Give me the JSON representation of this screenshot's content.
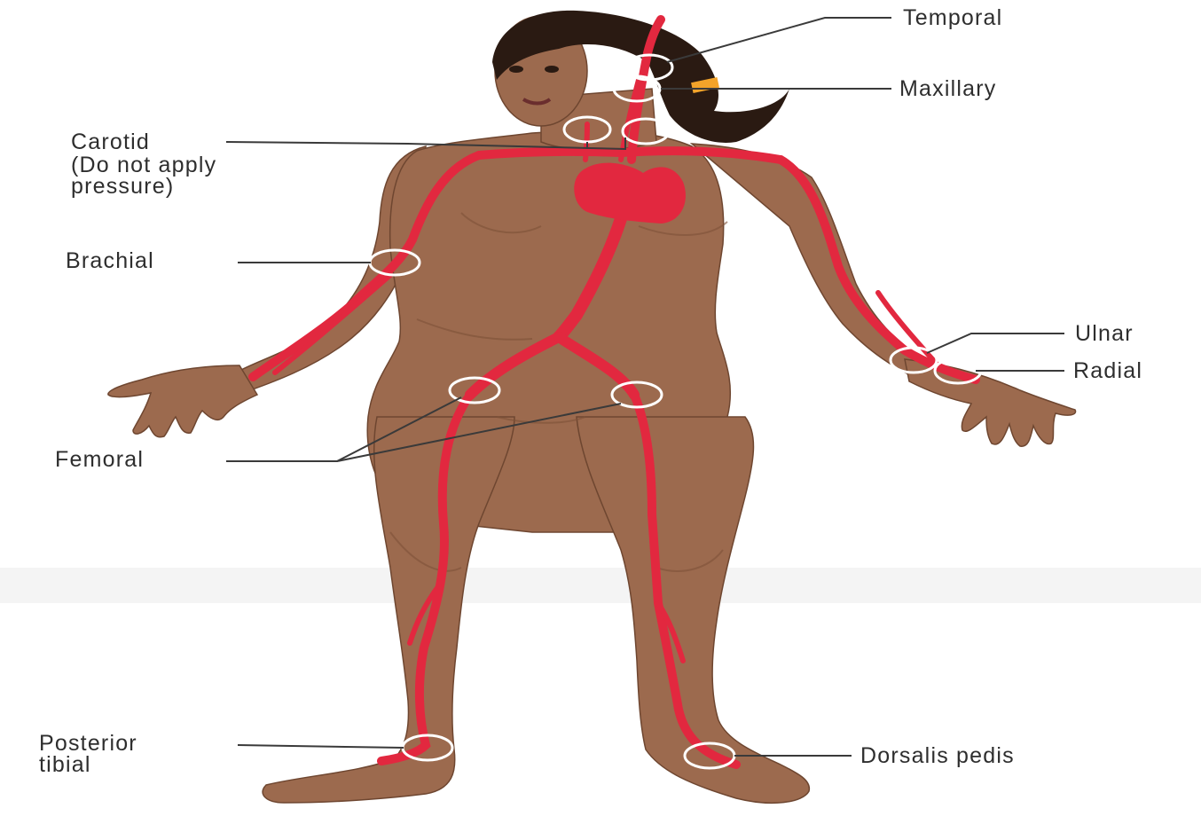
{
  "labels": {
    "temporal": "Temporal",
    "maxillary": "Maxillary",
    "carotid": "Carotid",
    "carotid_note_1": "(Do not apply",
    "carotid_note_2": "pressure)",
    "brachial": "Brachial",
    "ulnar": "Ulnar",
    "radial": "Radial",
    "femoral": "Femoral",
    "posterior_tibial_1": "Posterior",
    "posterior_tibial_2": "tibial",
    "dorsalis_pedis": "Dorsalis pedis"
  },
  "colors": {
    "skin": "#9c6a4e",
    "skin_shadow": "#7e5238",
    "hair": "#2a1a12",
    "artery": "#e2283f",
    "leader_line": "#3a3a3a",
    "pulse_circle": "#ffffff",
    "ribbon": "#f2a32a"
  }
}
